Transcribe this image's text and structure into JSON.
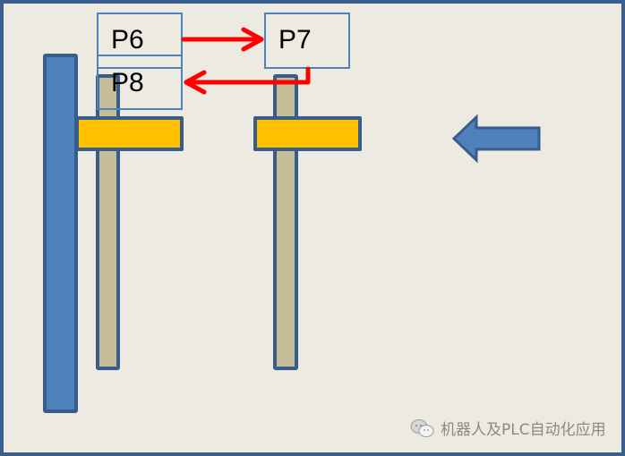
{
  "diagram": {
    "type": "positional-motion-diagram",
    "background_color": "#ECEAE1",
    "border_color": "#385D8A",
    "points": [
      {
        "id": "P6",
        "label": "P6"
      },
      {
        "id": "P7",
        "label": "P7"
      },
      {
        "id": "P8",
        "label": "P8"
      }
    ],
    "arrows": [
      {
        "from": "P6",
        "to": "P7",
        "color": "#FF0000"
      },
      {
        "from": "P7",
        "to": "P8",
        "color": "#FF0000"
      }
    ],
    "direction_arrow": {
      "direction": "left",
      "color": "#4F81BD"
    },
    "colors": {
      "big_bar": "#4F81BD",
      "pillar": "#C4BD97",
      "gripper": "#FFC000",
      "outline": "#385D8A",
      "point_box": "#4F81BD",
      "path": "#FF0000"
    }
  },
  "watermark": {
    "icon": "wechat-icon",
    "text": "机器人及PLC自动化应用"
  }
}
